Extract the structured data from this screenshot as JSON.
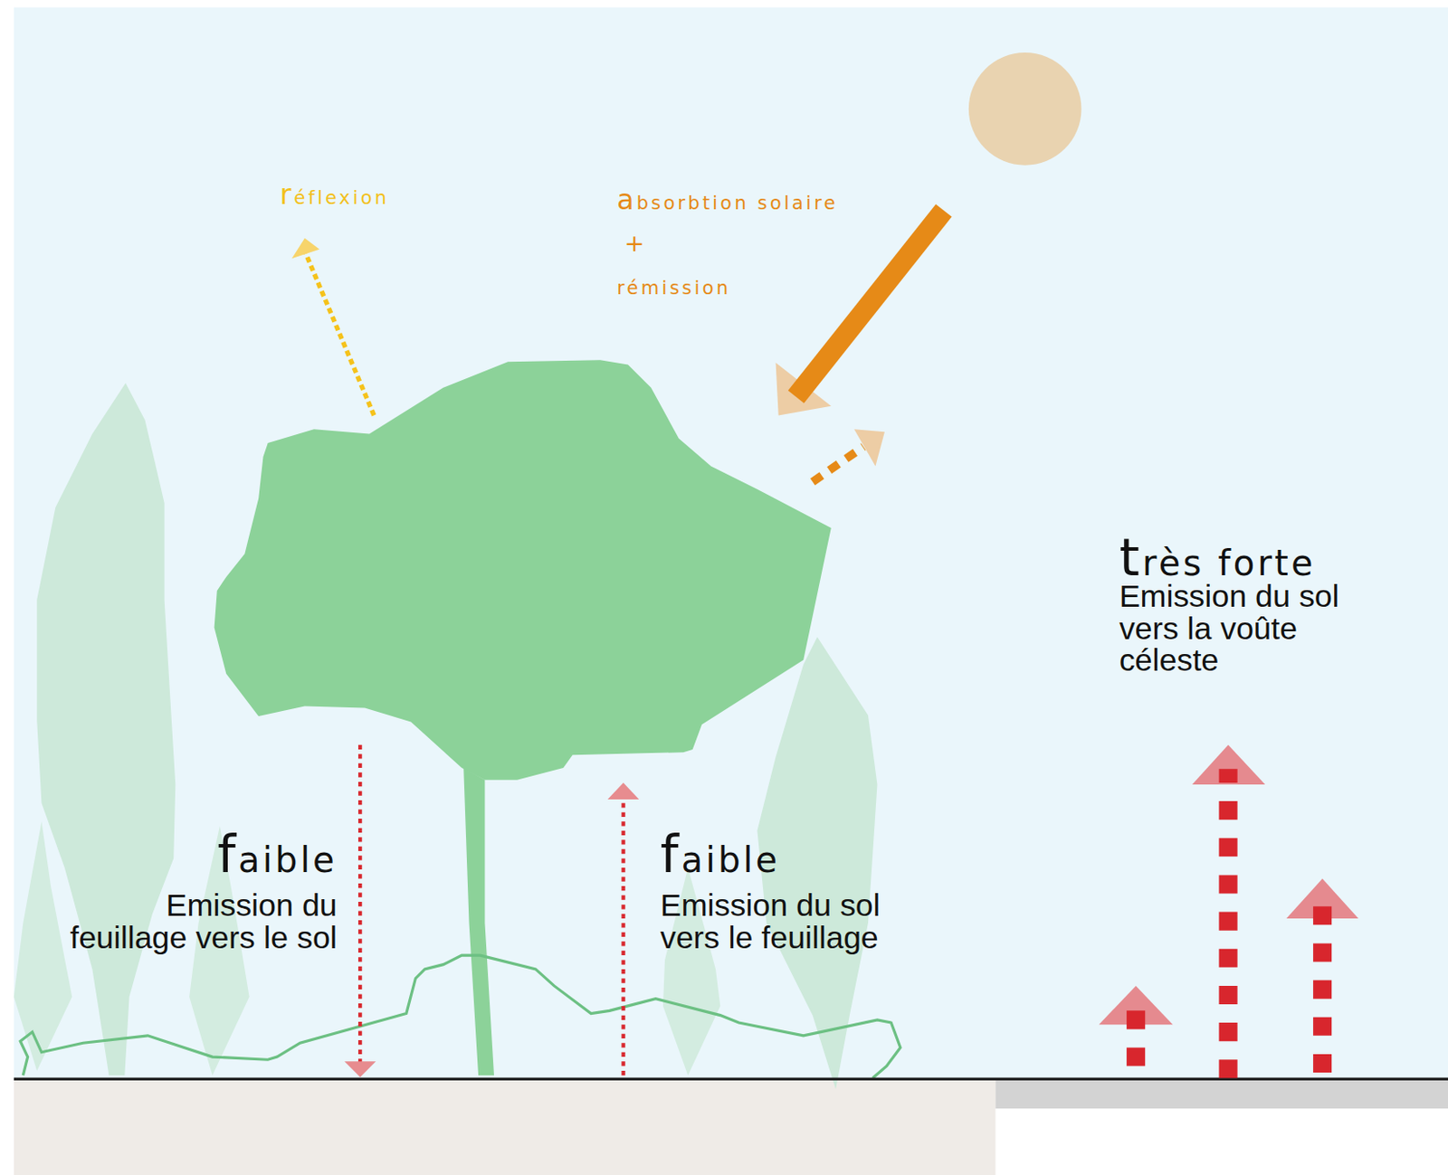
{
  "diagram": {
    "labels": [
      "réflexion",
      "absorbtion solaire",
      "+",
      "rémission",
      "faible",
      "Emission du feuillage vers le sol",
      "faible",
      "Emission du sol vers le feuillage",
      "très forte",
      "Emission du sol vers la voûte céleste"
    ]
  }
}
